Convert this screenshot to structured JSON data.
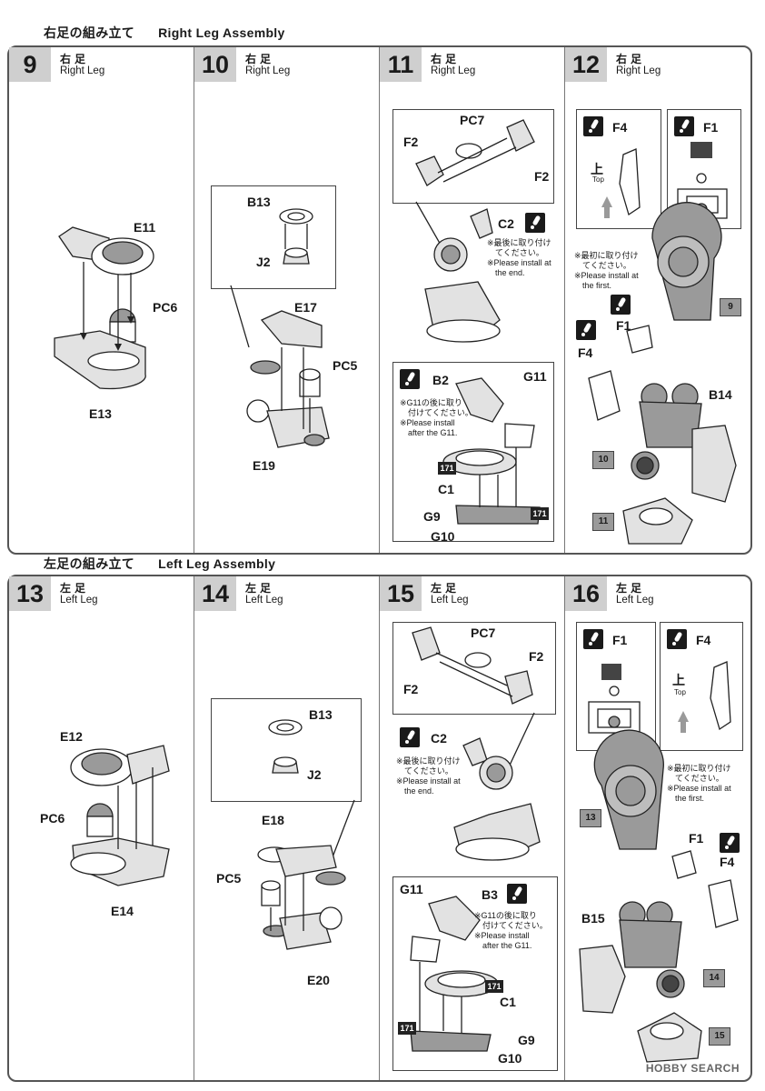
{
  "right_section": {
    "title_jp": "右足の組み立て",
    "title_en": "Right Leg Assembly"
  },
  "left_section": {
    "title_jp": "左足の組み立て",
    "title_en": "Left Leg Assembly"
  },
  "steps": {
    "s9": {
      "num": "9",
      "jp": "右足",
      "en": "Right Leg"
    },
    "s10": {
      "num": "10",
      "jp": "右足",
      "en": "Right Leg"
    },
    "s11": {
      "num": "11",
      "jp": "右足",
      "en": "Right Leg"
    },
    "s12": {
      "num": "12",
      "jp": "右足",
      "en": "Right Leg"
    },
    "s13": {
      "num": "13",
      "jp": "左足",
      "en": "Left Leg"
    },
    "s14": {
      "num": "14",
      "jp": "左足",
      "en": "Left Leg"
    },
    "s15": {
      "num": "15",
      "jp": "左足",
      "en": "Left Leg"
    },
    "s16": {
      "num": "16",
      "jp": "左足",
      "en": "Left Leg"
    }
  },
  "parts": {
    "E11": "E11",
    "E12": "E12",
    "E13": "E13",
    "E14": "E14",
    "E17": "E17",
    "E18": "E18",
    "E19": "E19",
    "E20": "E20",
    "PC5": "PC5",
    "PC6": "PC6",
    "PC7": "PC7",
    "B13": "B13",
    "B2": "B2",
    "B3": "B3",
    "B14": "B14",
    "B15": "B15",
    "J2": "J2",
    "C1": "C1",
    "C2": "C2",
    "F1": "F1",
    "F2": "F2",
    "F4": "F4",
    "G9": "G9",
    "G10": "G10",
    "G11": "G11",
    "code171": "171"
  },
  "notes": {
    "last": "※最後に取り付け\n　てください。\n※Please install at\n　the end.",
    "first": "※最初に取り付け\n　てください。\n※Please install at\n　the first.",
    "afterG11": "※G11の後に取り\n　付けてください。\n※Please install\n　after the G11."
  },
  "orientation": {
    "jp": "上",
    "en": "Top"
  },
  "ref_tags": {
    "t9": "9",
    "t10": "10",
    "t11": "11",
    "t13": "13",
    "t14": "14",
    "t15": "15"
  },
  "watermark": "HOBBY SEARCH",
  "colors": {
    "gray_fill": "#9a9a9a",
    "light_fill": "#e2e2e2",
    "line": "#222222"
  }
}
